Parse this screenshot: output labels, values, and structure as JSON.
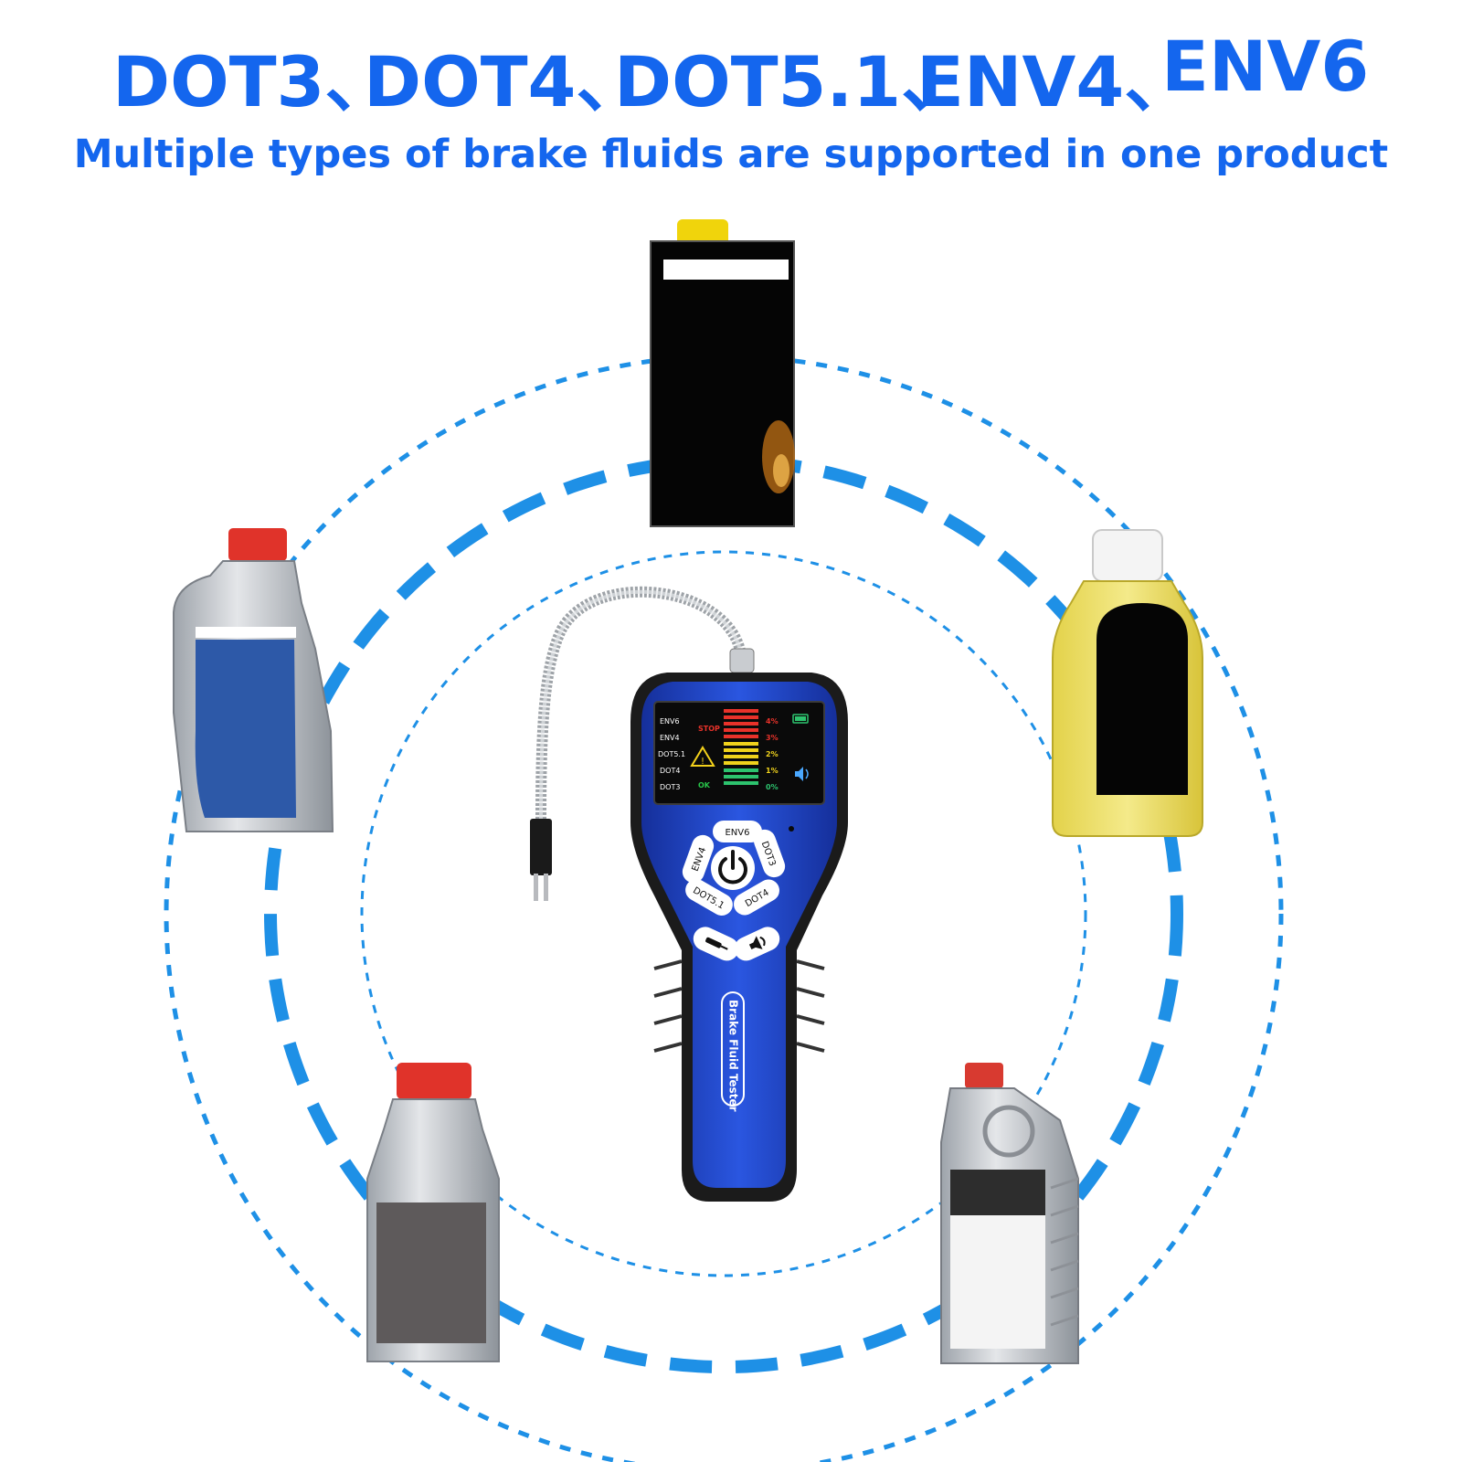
{
  "headline": {
    "items": [
      "DOT3、",
      "DOT4、",
      "DOT5.1、",
      "ENV4、",
      "ENV6"
    ]
  },
  "subheadline": "Multiple types of brake fluids are supported in one product",
  "colors": {
    "accent": "#1466ee",
    "rings": "#1e90e6",
    "device_body": "#1f43c4",
    "device_grip": "#1b1b1b"
  },
  "device": {
    "label": "Brake Fluid Tester",
    "screen": {
      "fluid_types": [
        "ENV6",
        "ENV4",
        "DOT5.1",
        "DOT4",
        "DOT3"
      ],
      "status_stop": "STOP",
      "status_ok": "OK",
      "percent_levels": [
        "4%",
        "3%",
        "2%",
        "1%",
        "0%"
      ]
    },
    "buttons": {
      "env6": "ENV6",
      "env4": "ENV4",
      "dot3": "DOT3",
      "dot4": "DOT4",
      "dot51": "DOT5.1"
    },
    "icons": [
      "power-icon",
      "probe-icon",
      "speaker-icon",
      "battery-icon",
      "warning-icon"
    ]
  },
  "bottles": [
    "top-black-can",
    "left-blue-label-bottle",
    "right-yellow-fluid-bottle",
    "bottom-left-red-cap-bottle",
    "bottom-right-grey-bottle"
  ]
}
